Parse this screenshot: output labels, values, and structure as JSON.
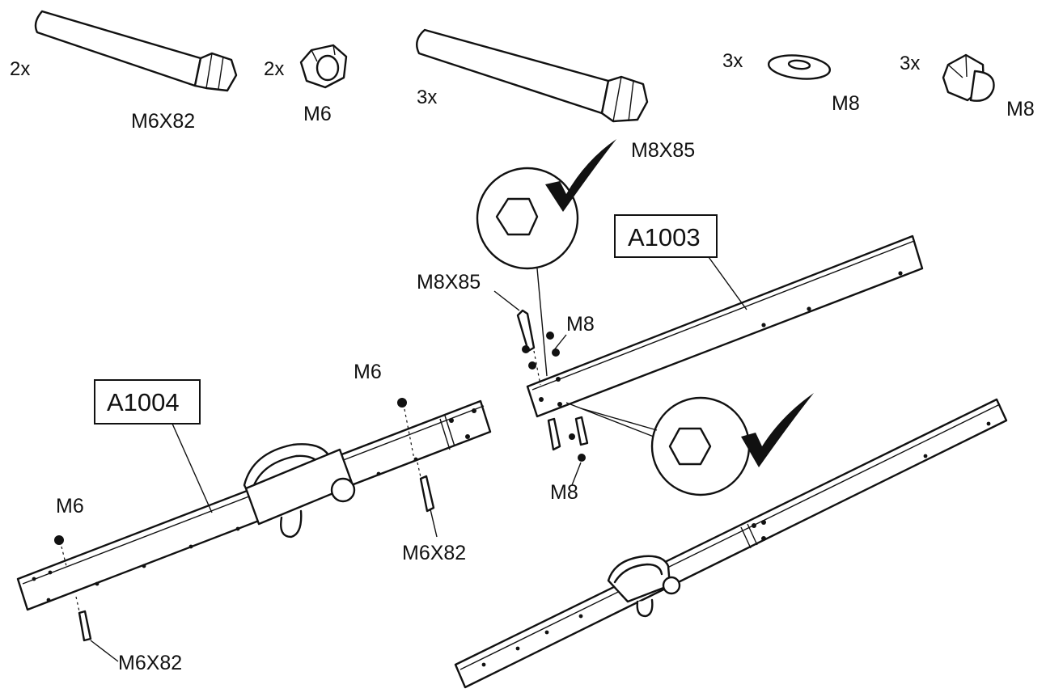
{
  "hardware": {
    "bolt_m6": {
      "qty": "2x",
      "label": "M6X82"
    },
    "nut_m6": {
      "qty": "2x",
      "label": "M6"
    },
    "bolt_m8": {
      "qty": "3x",
      "label": "M8X85"
    },
    "washer_m8": {
      "qty": "3x",
      "label": "M8"
    },
    "nut_m8": {
      "qty": "3x",
      "label": "M8"
    }
  },
  "parts": {
    "a1003": "A1003",
    "a1004": "A1004"
  },
  "callouts": {
    "m8x85_top": "M8X85",
    "m8_upper": "M8",
    "m8_lower": "M8",
    "m6_center": "M6",
    "m6_left": "M6",
    "m6x82_center": "M6X82",
    "m6x82_bottom": "M6X82"
  },
  "icons": {
    "checkmark_upper": "checkmark-icon",
    "checkmark_lower": "checkmark-icon",
    "hex_upper": "hexagon-icon",
    "hex_lower": "hexagon-icon"
  }
}
